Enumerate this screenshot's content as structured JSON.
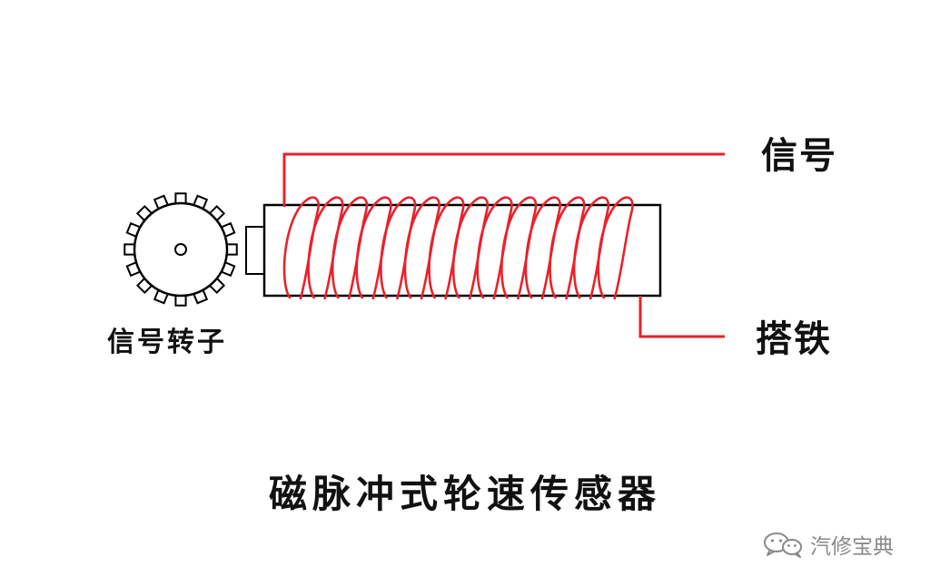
{
  "diagram": {
    "title": "磁脉冲式轮速传感器",
    "labels": {
      "signal": "信号",
      "ground": "搭铁",
      "rotor": "信号转子"
    },
    "watermark": {
      "text": "汽修宝典",
      "icon": "wechat-icon"
    },
    "colors": {
      "wire": "#e8222b",
      "outline": "#000000",
      "text": "#111111",
      "watermark": "#8a8a8a"
    }
  }
}
